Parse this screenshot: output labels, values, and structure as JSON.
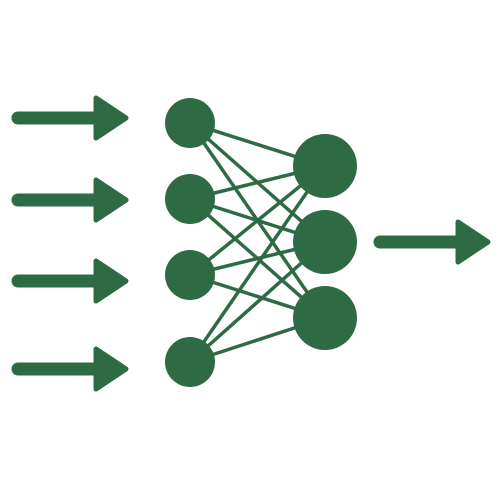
{
  "diagram": {
    "type": "neural-network-icon",
    "color": "#2e6b45",
    "background": "#ffffff",
    "input_arrow_count": 4,
    "output_arrow_count": 1,
    "layers": [
      {
        "name": "hidden-layer",
        "node_count": 4
      },
      {
        "name": "output-layer",
        "node_count": 3
      }
    ],
    "connections": "fully-connected",
    "icons": {
      "input": "arrow-right-icon",
      "output": "arrow-right-icon",
      "node": "circle-node-icon"
    }
  }
}
